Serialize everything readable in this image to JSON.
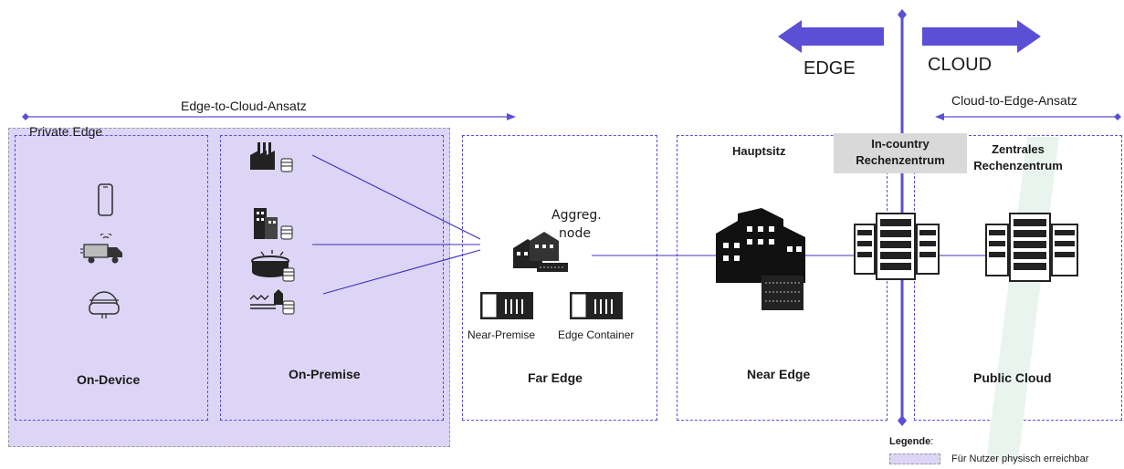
{
  "approach": {
    "edge_to_cloud": "Edge-to-Cloud-Ansatz",
    "cloud_to_edge": "Cloud-to-Edge-Ansatz"
  },
  "arrows": {
    "edge": "EDGE",
    "cloud": "CLOUD"
  },
  "zones": {
    "private_edge": "Private Edge",
    "on_device": "On-Device",
    "on_premise": "On-Premise",
    "far_edge": "Far Edge",
    "near_edge": "Near Edge",
    "public_cloud": "Public Cloud"
  },
  "far_edge": {
    "aggreg_node_line1": "Aggreg.",
    "aggreg_node_line2": "node",
    "near_premise": "Near-Premise",
    "edge_container": "Edge Container"
  },
  "near_edge": {
    "hauptsitz": "Hauptsitz",
    "in_country_line1": "In-country",
    "in_country_line2": "Rechenzentrum"
  },
  "public_cloud": {
    "zentrales_line1": "Zentrales",
    "zentrales_line2": "Rechenzentrum"
  },
  "legend": {
    "title": "Legende",
    "colon": ":",
    "item": "Für Nutzer physisch erreichbar"
  },
  "colors": {
    "accent": "#5b4fd6",
    "shade": "#dcd5f5",
    "watermark": "#eaf4ee",
    "in_country_bg": "#d9d9d9"
  }
}
